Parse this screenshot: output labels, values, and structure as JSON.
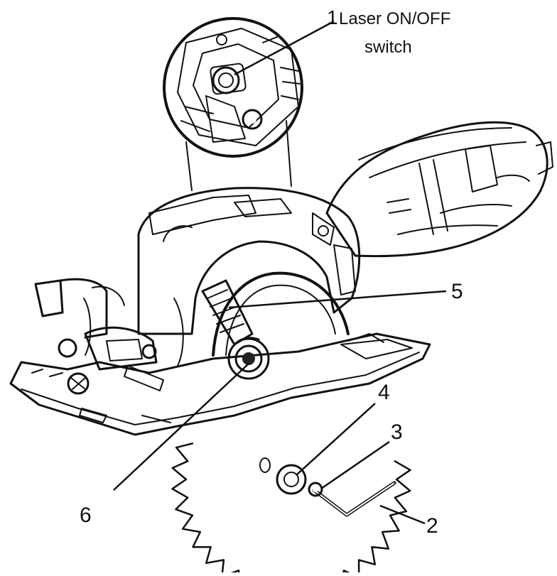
{
  "callouts": {
    "c1_num": "1",
    "c1_text_line1": "Laser ON/OFF",
    "c1_text_line2": "switch",
    "c2": "2",
    "c3": "3",
    "c4": "4",
    "c5": "5",
    "c6": "6"
  }
}
